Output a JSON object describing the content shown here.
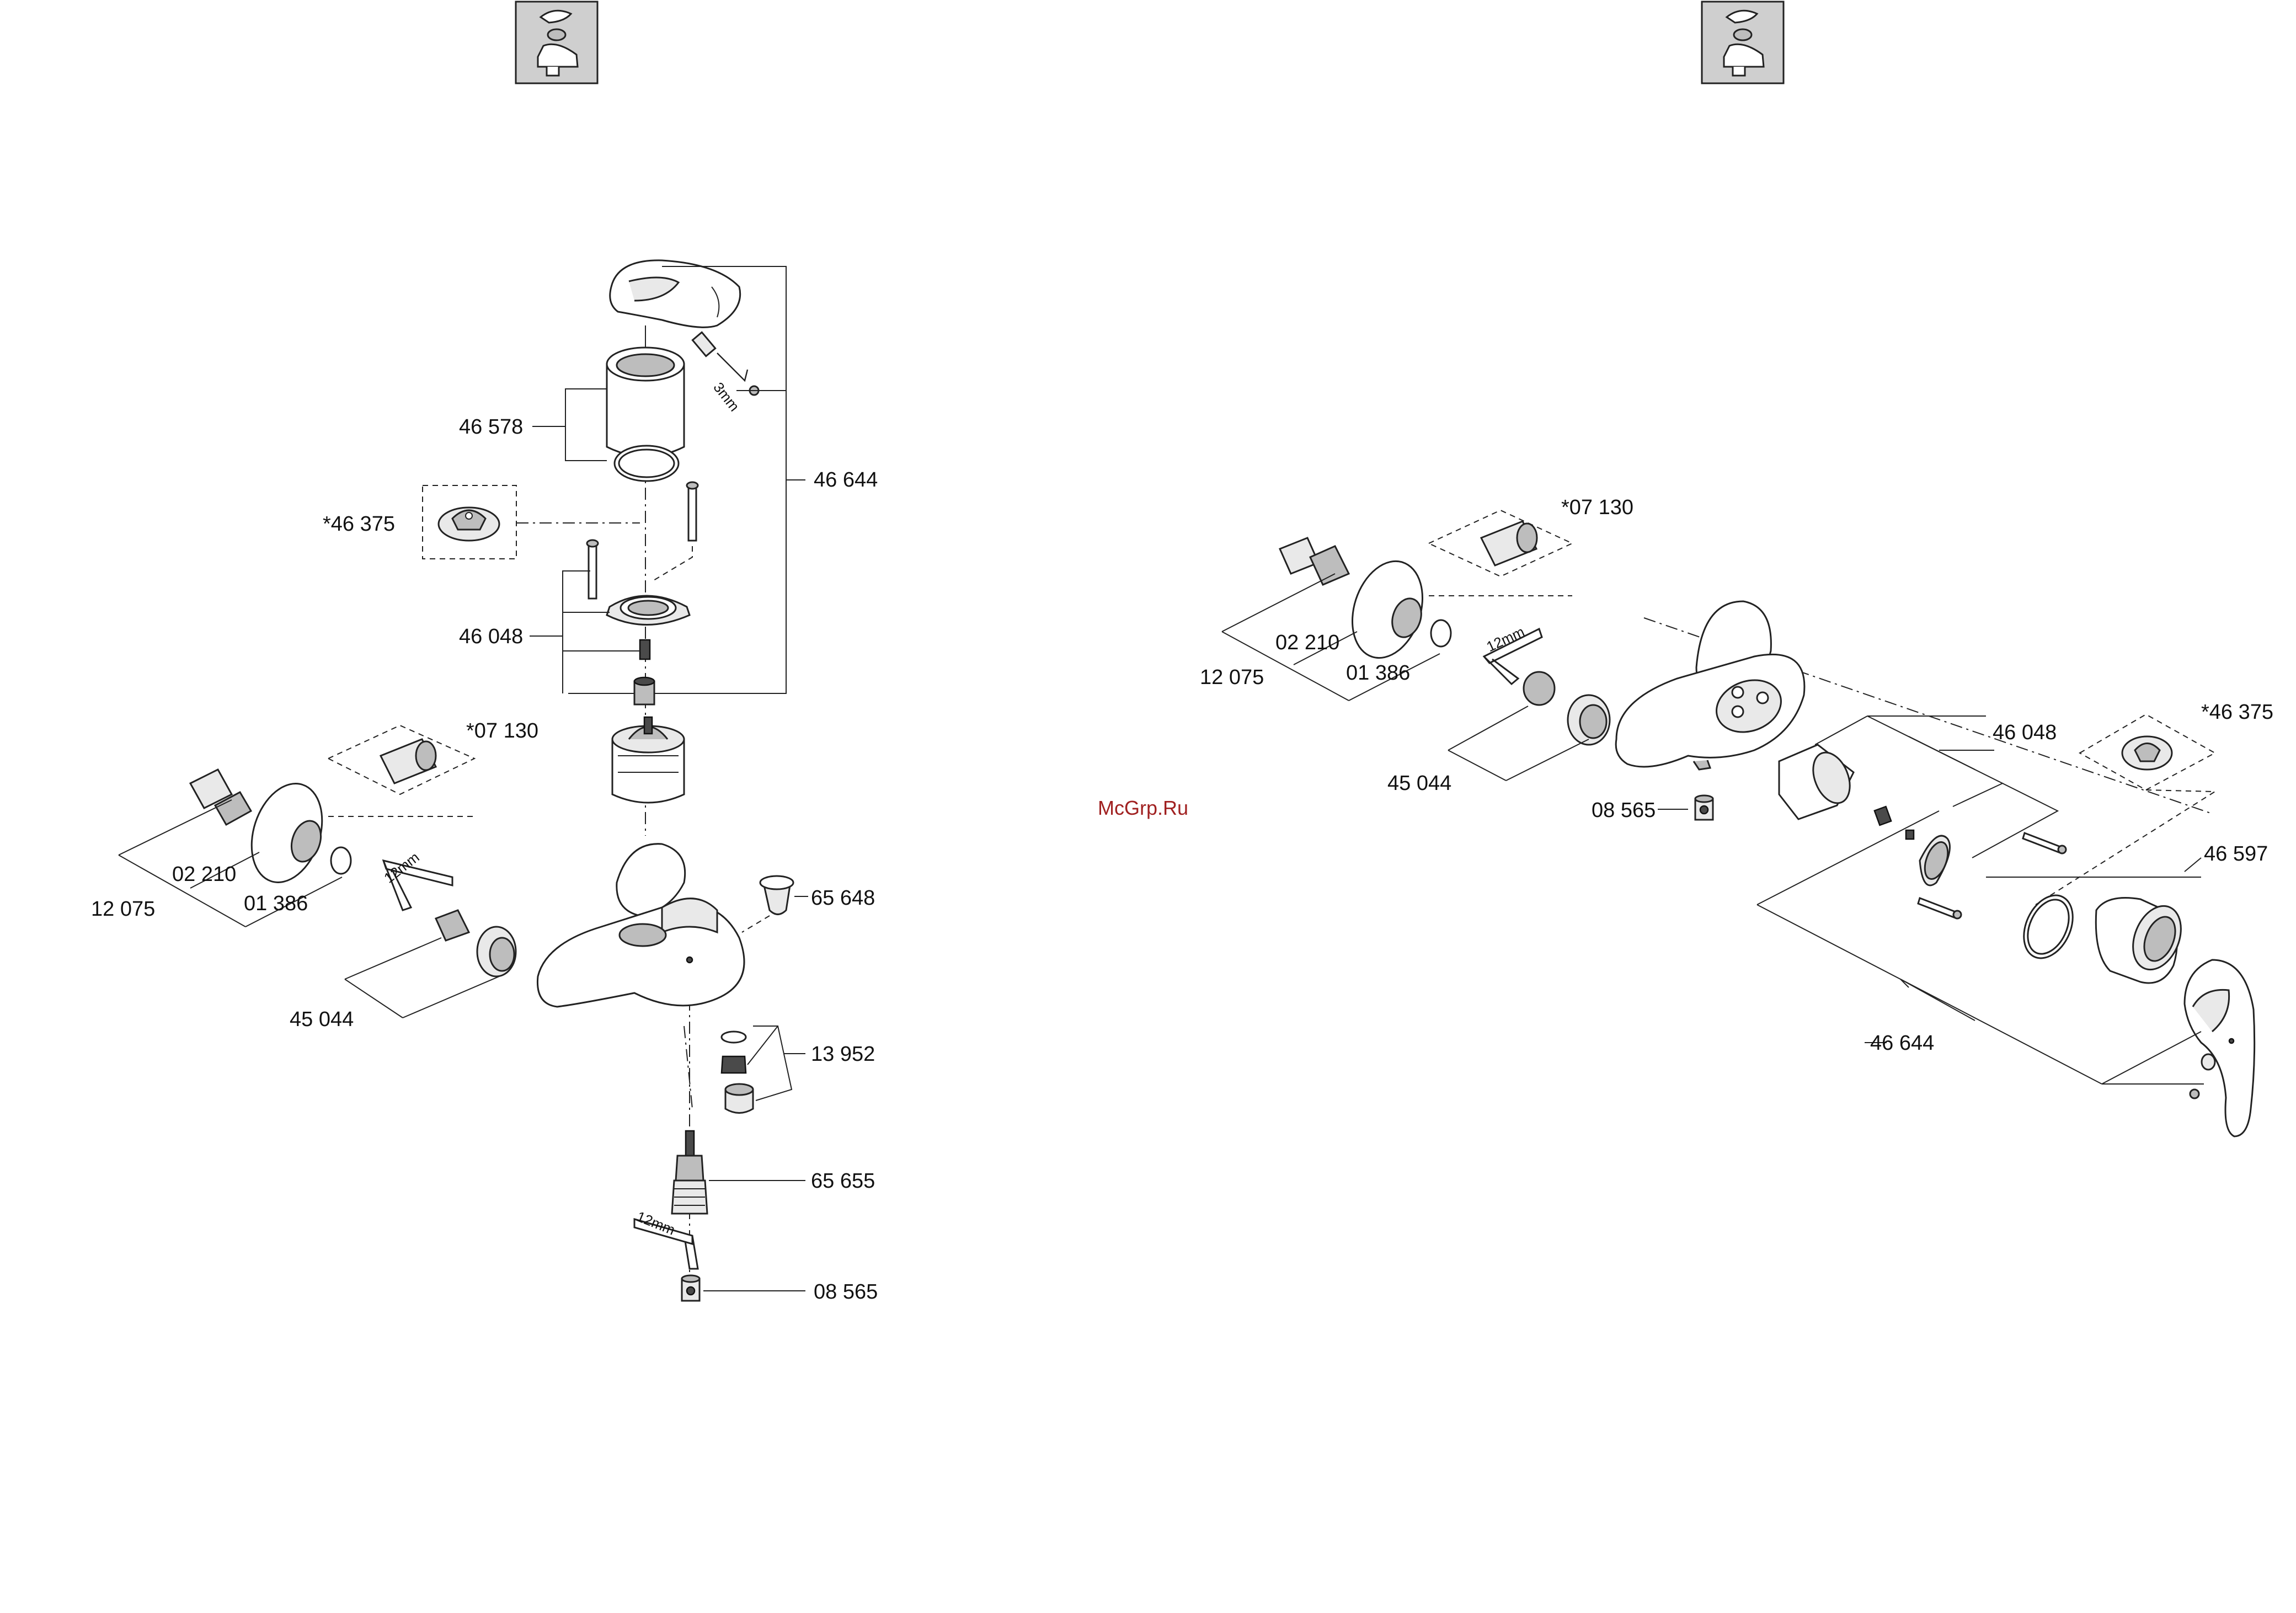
{
  "watermark": "McGrp.Ru",
  "left_diagram": {
    "labels": {
      "p46578": "46 578",
      "p46644": "46 644",
      "p46375": "*46 375",
      "p46048": "46 048",
      "p07130": "*07 130",
      "p02210": "02 210",
      "p12075": "12 075",
      "p01386": "01 386",
      "p65648": "65 648",
      "p45044": "45 044",
      "p13952": "13 952",
      "p65655": "65 655",
      "p08565": "08 565",
      "tool_3mm": "3mm",
      "tool_12mm_a": "12mm",
      "tool_12mm_b": "12mm"
    }
  },
  "right_diagram": {
    "labels": {
      "p07130": "*07 130",
      "p02210": "02 210",
      "p12075": "12 075",
      "p01386": "01 386",
      "p45044": "45 044",
      "p08565": "08 565",
      "p46048": "46 048",
      "p46375": "*46 375",
      "p46597": "46 597",
      "p46644": "46 644",
      "tool_12mm": "12mm"
    }
  },
  "icons": {
    "left": "faucet-type-icon",
    "right": "faucet-type-icon"
  }
}
